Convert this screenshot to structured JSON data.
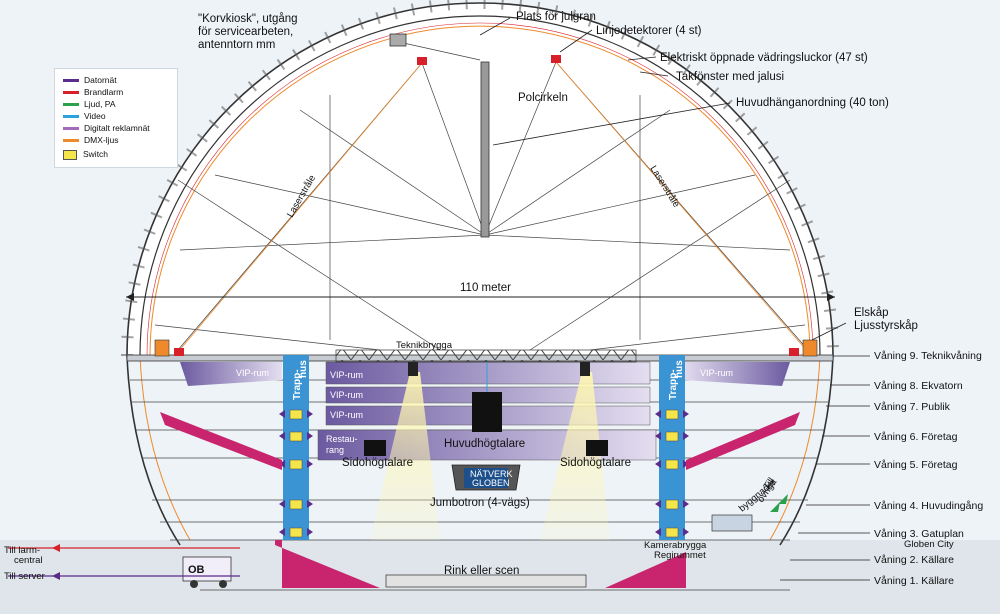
{
  "legend": [
    {
      "label": "Datornät",
      "color": "#5a2c8c",
      "kind": "line"
    },
    {
      "label": "Brandlarm",
      "color": "#d8202a",
      "kind": "line"
    },
    {
      "label": "Ljud, PA",
      "color": "#2aa14a",
      "kind": "line"
    },
    {
      "label": "Video",
      "color": "#2ca2dc",
      "kind": "line"
    },
    {
      "label": "Digitalt reklamnät",
      "color": "#a36ab8",
      "kind": "line"
    },
    {
      "label": "DMX-ljus",
      "color": "#ee8a2c",
      "kind": "line"
    },
    {
      "label": "Switch",
      "color": "#f4e54a",
      "kind": "square"
    }
  ],
  "top_labels": {
    "korvkiosk_1": "\"Korvkiosk\", utgång",
    "korvkiosk_2": "för servicearbeten,",
    "korvkiosk_3": "antenntorn mm",
    "julgran": "Plats för julgran",
    "linjedetektorer": "Linjedetektorer (4 st)",
    "vadringsluckor": "Elektriskt öppnade vädringsluckor (47 st)",
    "takfonster": "Takfönster med jalusi",
    "huvudhang": "Huvudhänganordning (40 ton)",
    "polcirkeln": "Polcirkeln"
  },
  "dome_labels": {
    "laser_left": "Laserstråle",
    "laser_right": "Laserstråle",
    "width": "110 meter",
    "elskap_1": "Elskåp",
    "elskap_2": "Ljusstyrskåp"
  },
  "inner_labels": {
    "teknikbrygga": "Teknikbrygga",
    "vip_left": "VIP-rum",
    "vip_right": "VIP-rum",
    "vip_c1": "VIP-rum",
    "vip_c2": "VIP-rum",
    "vip_c3": "VIP-rum",
    "restaurang_1": "Restau-",
    "restaurang_2": "rang",
    "huvudhogtalare": "Huvudhögtalare",
    "sidohog_left": "Sidohögtalare",
    "sidohog_right": "Sidohögtalare",
    "jumbotron": "Jumbotron (4-vägs)",
    "jumbo_screen_1": "NÄTVERK",
    "jumbo_screen_2": "GLOBEN",
    "trapphus_left": "Trapp-",
    "trapphus_left_2": "hus",
    "trapphus_right": "Trapp-",
    "trapphus_right_2": "hus",
    "rink": "Rink eller scen",
    "kamerabrygga": "Kamerabrygga",
    "regirummet": "Regirummet",
    "ob": "OB",
    "till_ovriga_1": "Till",
    "till_ovriga_2": "övriga",
    "till_ovriga_3": "byggnader",
    "till_larm_1": "Till larm-",
    "till_larm_2": "central",
    "till_server": "Till server",
    "globen_city": "Globen City"
  },
  "floors": [
    {
      "label": "Våning 9. Teknikvåning"
    },
    {
      "label": "Våning 8. Ekvatorn"
    },
    {
      "label": "Våning 7. Publik"
    },
    {
      "label": "Våning 6. Företag"
    },
    {
      "label": "Våning 5. Företag"
    },
    {
      "label": "Våning 4. Huvudingång"
    },
    {
      "label": "Våning 3. Gatuplan"
    },
    {
      "label": "Våning 2. Källare"
    },
    {
      "label": "Våning 1. Källare"
    }
  ]
}
